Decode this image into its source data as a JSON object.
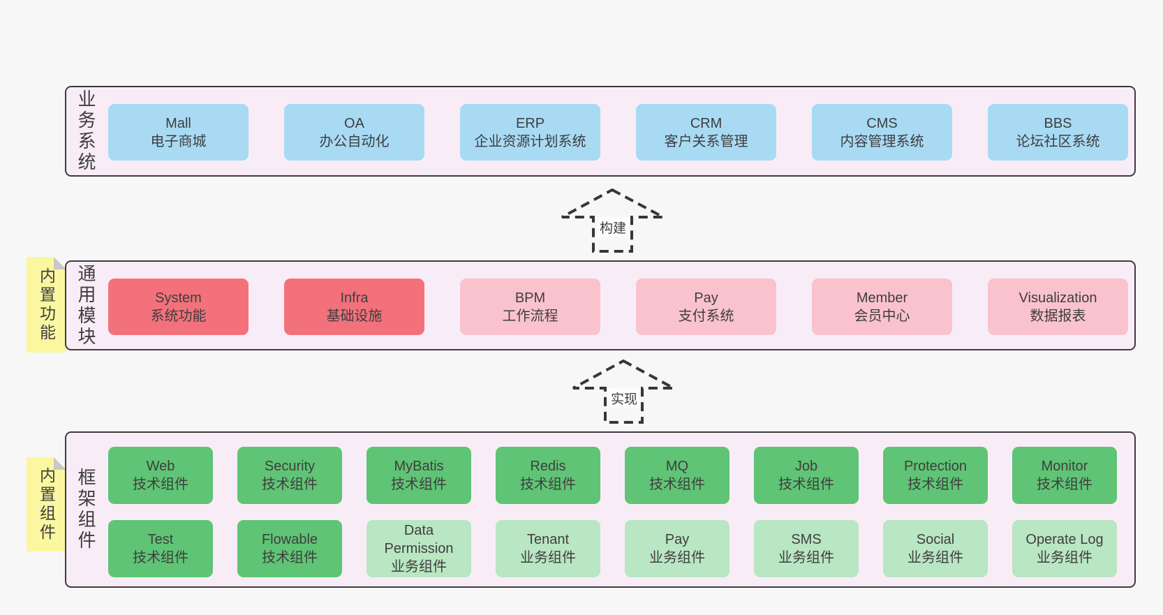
{
  "colors": {
    "page_bg": "#f7f7f7",
    "band_bg": "#f8edf6",
    "band_border": "#3f3a3e",
    "text": "#3e3e3e",
    "blue": "#a8daf4",
    "red": "#f3717b",
    "pink": "#fac2cc",
    "green": "#5fc475",
    "lightgreen": "#b9e6c3",
    "sticky_yellow": "#faf7a0",
    "sticky_fold": "#c8c8c8",
    "arrow_stroke": "#373737"
  },
  "arrows": [
    {
      "label": "构建"
    },
    {
      "label": "实现"
    }
  ],
  "bands": [
    {
      "id": "business-systems",
      "label": "业务系统",
      "sticky": null,
      "rows": [
        [
          {
            "en": "Mall",
            "zh": "电子商城",
            "color": "blue"
          },
          {
            "en": "OA",
            "zh": "办公自动化",
            "color": "blue"
          },
          {
            "en": "ERP",
            "zh": "企业资源计划系统",
            "color": "blue"
          },
          {
            "en": "CRM",
            "zh": "客户关系管理",
            "color": "blue"
          },
          {
            "en": "CMS",
            "zh": "内容管理系统",
            "color": "blue"
          },
          {
            "en": "BBS",
            "zh": "论坛社区系统",
            "color": "blue"
          }
        ]
      ]
    },
    {
      "id": "common-modules",
      "label": "通用模块",
      "sticky": "内置功能",
      "rows": [
        [
          {
            "en": "System",
            "zh": "系统功能",
            "color": "red"
          },
          {
            "en": "Infra",
            "zh": "基础设施",
            "color": "red"
          },
          {
            "en": "BPM",
            "zh": "工作流程",
            "color": "pink"
          },
          {
            "en": "Pay",
            "zh": "支付系统",
            "color": "pink"
          },
          {
            "en": "Member",
            "zh": "会员中心",
            "color": "pink"
          },
          {
            "en": "Visualization",
            "zh": "数据报表",
            "color": "pink"
          }
        ]
      ]
    },
    {
      "id": "framework-components",
      "label": "框架组件",
      "sticky": "内置组件",
      "rows": [
        [
          {
            "en": "Web",
            "zh": "技术组件",
            "color": "green"
          },
          {
            "en": "Security",
            "zh": "技术组件",
            "color": "green"
          },
          {
            "en": "MyBatis",
            "zh": "技术组件",
            "color": "green"
          },
          {
            "en": "Redis",
            "zh": "技术组件",
            "color": "green"
          },
          {
            "en": "MQ",
            "zh": "技术组件",
            "color": "green"
          },
          {
            "en": "Job",
            "zh": "技术组件",
            "color": "green"
          },
          {
            "en": "Protection",
            "zh": "技术组件",
            "color": "green"
          },
          {
            "en": "Monitor",
            "zh": "技术组件",
            "color": "green"
          }
        ],
        [
          {
            "en": "Test",
            "zh": "技术组件",
            "color": "green"
          },
          {
            "en": "Flowable",
            "zh": "技术组件",
            "color": "green"
          },
          {
            "en": "Data Permission",
            "zh": "业务组件",
            "color": "lightgreen"
          },
          {
            "en": "Tenant",
            "zh": "业务组件",
            "color": "lightgreen"
          },
          {
            "en": "Pay",
            "zh": "业务组件",
            "color": "lightgreen"
          },
          {
            "en": "SMS",
            "zh": "业务组件",
            "color": "lightgreen"
          },
          {
            "en": "Social",
            "zh": "业务组件",
            "color": "lightgreen"
          },
          {
            "en": "Operate Log",
            "zh": "业务组件",
            "color": "lightgreen"
          }
        ]
      ]
    }
  ]
}
